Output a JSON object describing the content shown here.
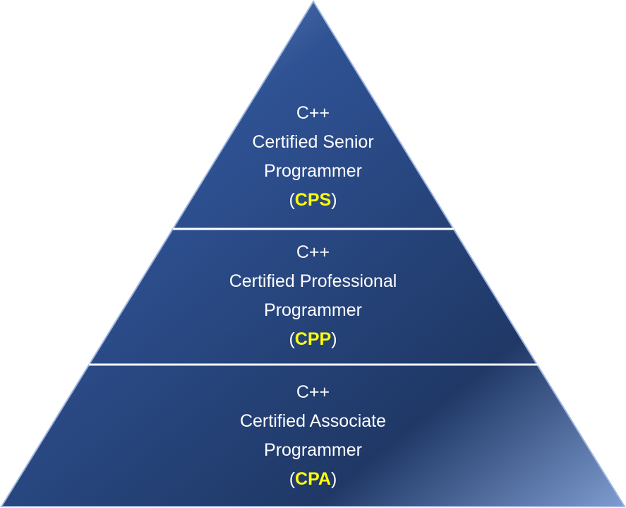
{
  "colors": {
    "fill_light": "#6b8cc4",
    "fill_mid": "#2e4f8e",
    "fill_dark": "#1f3764",
    "divider": "#ffffff",
    "abbr": "#ffff00"
  },
  "tiers": [
    {
      "line1": "C++",
      "line2": "Certified Senior",
      "line3": "Programmer",
      "open": "(",
      "abbr": "CPS",
      "close": ")"
    },
    {
      "line1": "C++",
      "line2": "Certified Professional",
      "line3": "Programmer",
      "open": "(",
      "abbr": "CPP",
      "close": ")"
    },
    {
      "line1": "C++",
      "line2": "Certified Associate",
      "line3": "Programmer",
      "open": "(",
      "abbr": "CPA",
      "close": ")"
    }
  ]
}
